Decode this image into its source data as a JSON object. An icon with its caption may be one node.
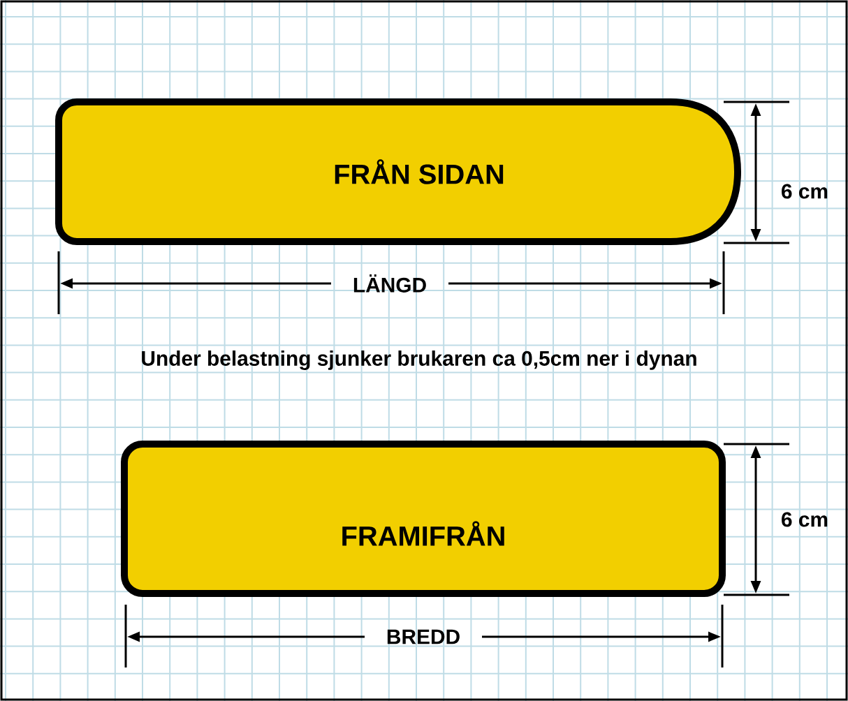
{
  "diagram": {
    "nodes": [
      {
        "text": [
          "FRÅN SIDAN"
        ]
      },
      {
        "text": [
          "FRAMIFRÅN"
        ]
      }
    ],
    "edges": [],
    "labels": [
      "6 cm",
      "LÄNGD",
      "Under belastning sjunker brukaren ca 0,5cm ner i dynan",
      "6 cm",
      "BREDD"
    ]
  }
}
